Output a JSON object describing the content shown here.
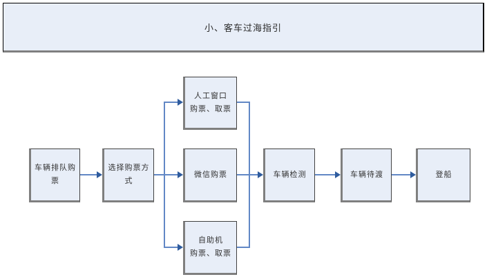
{
  "title": {
    "label": "小、客车过海指引"
  },
  "diagram": {
    "type": "flowchart",
    "nodes": [
      {
        "id": "queue",
        "line1": "车辆排队购票"
      },
      {
        "id": "choose",
        "line1": "选择购票方式"
      },
      {
        "id": "manual-window",
        "line1": "人工窗口",
        "line2": "购票、取票"
      },
      {
        "id": "wechat",
        "line1": "微信购票"
      },
      {
        "id": "self-service",
        "line1": "自助机",
        "line2": "购票、取票"
      },
      {
        "id": "inspection",
        "line1": "车辆检测"
      },
      {
        "id": "waiting",
        "line1": "车辆待渡"
      },
      {
        "id": "boarding",
        "line1": "登船"
      }
    ],
    "edges": [
      {
        "from": "车辆排队购票",
        "to": "选择购票方式"
      },
      {
        "from": "选择购票方式",
        "to": "人工窗口购票、取票"
      },
      {
        "from": "选择购票方式",
        "to": "微信购票"
      },
      {
        "from": "选择购票方式",
        "to": "自助机购票、取票"
      },
      {
        "from": "人工窗口购票、取票",
        "to": "车辆检测"
      },
      {
        "from": "微信购票",
        "to": "车辆检测"
      },
      {
        "from": "自助机购票、取票",
        "to": "车辆检测"
      },
      {
        "from": "车辆检测",
        "to": "车辆待渡"
      },
      {
        "from": "车辆待渡",
        "to": "登船"
      }
    ],
    "colors": {
      "box_fill": "#e8eef8",
      "box_border": "#404040",
      "box_shadow": "#7f7f7f",
      "connector": "#6187c5",
      "arrowhead": "#2f5c9e"
    }
  }
}
